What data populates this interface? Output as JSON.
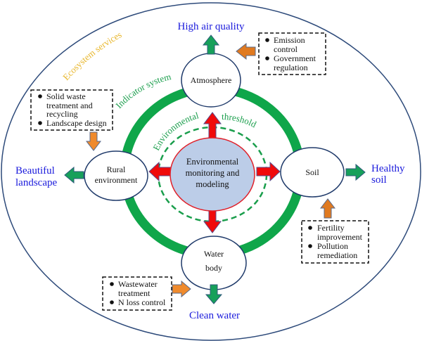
{
  "diagram": {
    "title": "Ecosystem services framework",
    "colors": {
      "outer_ellipse": "#2d4a7a",
      "indicator_ring": "#0fa64a",
      "threshold_ring": "#1a9e4c",
      "center_fill": "#bccde8",
      "center_stroke": "#e0202a",
      "red_arrow": "#f00a0a",
      "red_arrow_stroke": "#5a4a8a",
      "green_arrow": "#17a05a",
      "orange_arrow": "#ef8a2c",
      "outcome_text": "#1a1adc",
      "ecosystem_label": "#e8b62a",
      "node_stroke": "#1f3a6a"
    },
    "labels": {
      "ecosystem_services": "Ecosystem services",
      "indicator_system": "Indicator system",
      "environmental": "Environmental",
      "threshold": "threshold"
    },
    "center": {
      "lines": [
        "Environmental",
        "monitoring and",
        "modeling"
      ]
    },
    "nodes": {
      "atmosphere": {
        "lines": [
          "Atmosphere"
        ]
      },
      "rural": {
        "lines": [
          "Rural",
          "environment"
        ]
      },
      "soil": {
        "lines": [
          "Soil"
        ]
      },
      "water": {
        "lines": [
          "Water",
          "body"
        ]
      }
    },
    "outcomes": {
      "air": {
        "lines": [
          "High air quality"
        ]
      },
      "landscape": {
        "lines": [
          "Beautiful",
          "landscape"
        ]
      },
      "soil": {
        "lines": [
          "Healthy",
          "soil"
        ]
      },
      "water": {
        "lines": [
          "Clean water"
        ]
      }
    },
    "measures": {
      "air": {
        "items": [
          [
            "Emission",
            "control"
          ],
          [
            "Government",
            "regulation"
          ]
        ]
      },
      "rural": {
        "items": [
          [
            "Solid waste",
            "treatment and",
            "recycling"
          ],
          [
            "Landscape design"
          ]
        ]
      },
      "soil": {
        "items": [
          [
            "Fertility",
            "improvement"
          ],
          [
            "Pollution",
            "remediation"
          ]
        ]
      },
      "water": {
        "items": [
          [
            "Wastewater",
            "treatment"
          ],
          [
            "N loss control"
          ]
        ]
      }
    }
  }
}
